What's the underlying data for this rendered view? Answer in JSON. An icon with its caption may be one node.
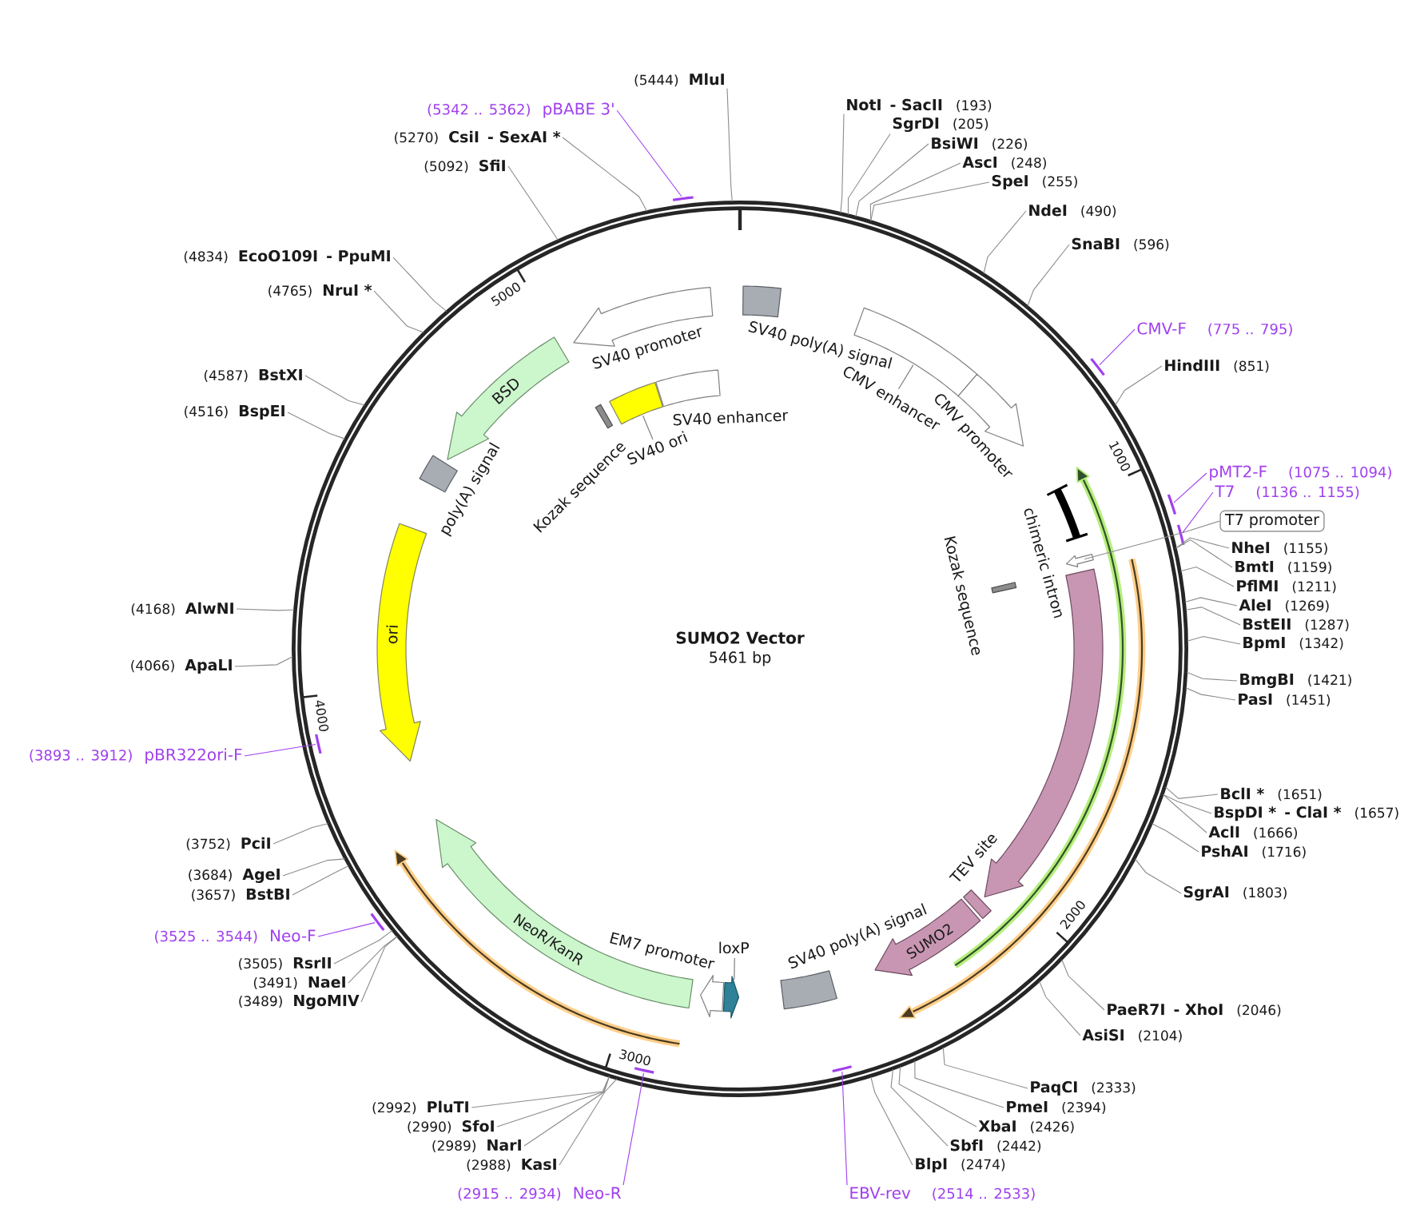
{
  "diagram": {
    "nodes": [
      {
        "text": [
          "SUMO2 Vector",
          "5461 bp"
        ]
      },
      {
        "text": [
          "SV40 poly(A) signal"
        ],
        "in": 0
      },
      {
        "text": [
          "CMV enhancer"
        ],
        "in": 0
      },
      {
        "text": [
          "CMV promoter"
        ],
        "in": 0
      },
      {
        "text": [
          "chimeric intron"
        ],
        "in": 0
      },
      {
        "text": [
          "Kozak sequence"
        ],
        "in": 0
      },
      {
        "text": [],
        "shape": "arrow",
        "in": 0
      },
      {
        "text": [],
        "shape": "arrow",
        "in": 0
      },
      {
        "text": [
          "TEV site"
        ],
        "in": 0
      },
      {
        "text": [
          "SUMO2"
        ],
        "in": 0
      },
      {
        "text": [
          "SV40 poly(A) signal"
        ],
        "in": 0
      },
      {
        "text": [
          "loxP"
        ],
        "in": 0
      },
      {
        "text": [
          "EM7 promoter"
        ],
        "in": 0
      },
      {
        "text": [
          "NeoR/KanR"
        ],
        "in": 0
      },
      {
        "text": [
          "ori"
        ],
        "in": 0
      },
      {
        "text": [
          "poly(A) signal"
        ],
        "in": 0
      },
      {
        "text": [
          "BSD"
        ],
        "in": 0
      },
      {
        "text": [
          "SV40 promoter"
        ],
        "in": 0
      },
      {
        "text": [
          "Kozak sequence"
        ],
        "in": 0
      },
      {
        "text": [
          "SV40 ori"
        ],
        "in": 0
      },
      {
        "text": [
          "SV40 enhancer"
        ],
        "in": 0
      },
      {
        "text": [
          "T7 promoter"
        ]
      },
      {
        "text": [
          "NotI",
          "- SacII",
          "(193)"
        ]
      },
      {
        "text": [
          "SgrDI",
          "(205)"
        ]
      },
      {
        "text": [
          "BsiWI",
          "(226)"
        ]
      },
      {
        "text": [
          "AscI",
          "(248)"
        ]
      },
      {
        "text": [
          "SpeI",
          "(255)"
        ]
      },
      {
        "text": [
          "NdeI",
          "(490)"
        ]
      },
      {
        "text": [
          "SnaBI",
          "(596)"
        ]
      },
      {
        "text": [
          "HindIII",
          "(851)"
        ]
      },
      {
        "text": [
          "NheI",
          "(1155)"
        ]
      },
      {
        "text": [
          "BmtI",
          "(1159)"
        ]
      },
      {
        "text": [
          "PflMI",
          "(1211)"
        ]
      },
      {
        "text": [
          "AleI",
          "(1269)"
        ]
      },
      {
        "text": [
          "BstEII",
          "(1287)"
        ]
      },
      {
        "text": [
          "BpmI",
          "(1342)"
        ]
      },
      {
        "text": [
          "BmgBI",
          "(1421)"
        ]
      },
      {
        "text": [
          "PasI",
          "(1451)"
        ]
      },
      {
        "text": [
          "BclI *",
          "(1651)"
        ]
      },
      {
        "text": [
          "BspDI *",
          "- ClaI *",
          "(1657)"
        ]
      },
      {
        "text": [
          "AclI",
          "(1666)"
        ]
      },
      {
        "text": [
          "PshAI",
          "(1716)"
        ]
      },
      {
        "text": [
          "SgrAI",
          "(1803)"
        ]
      },
      {
        "text": [
          "PaeR7I",
          "- XhoI",
          "(2046)"
        ]
      },
      {
        "text": [
          "AsiSI",
          "(2104)"
        ]
      },
      {
        "text": [
          "PaqCI",
          "(2333)"
        ]
      },
      {
        "text": [
          "PmeI",
          "(2394)"
        ]
      },
      {
        "text": [
          "XbaI",
          "(2426)"
        ]
      },
      {
        "text": [
          "SbfI",
          "(2442)"
        ]
      },
      {
        "text": [
          "BlpI",
          "(2474)"
        ]
      },
      {
        "text": [
          "(2988)",
          "KasI"
        ]
      },
      {
        "text": [
          "(2989)",
          "NarI"
        ]
      },
      {
        "text": [
          "(2990)",
          "SfoI"
        ]
      },
      {
        "text": [
          "(2992)",
          "PluTI"
        ]
      },
      {
        "text": [
          "(3489)",
          "NgoMIV"
        ]
      },
      {
        "text": [
          "(3491)",
          "NaeI"
        ]
      },
      {
        "text": [
          "(3505)",
          "RsrII"
        ]
      },
      {
        "text": [
          "(3657)",
          "BstBI"
        ]
      },
      {
        "text": [
          "(3684)",
          "AgeI"
        ]
      },
      {
        "text": [
          "(3752)",
          "PciI"
        ]
      },
      {
        "text": [
          "(4066)",
          "ApaLI"
        ]
      },
      {
        "text": [
          "(4168)",
          "AlwNI"
        ]
      },
      {
        "text": [
          "(4516)",
          "BspEI"
        ]
      },
      {
        "text": [
          "(4587)",
          "BstXI"
        ]
      },
      {
        "text": [
          "(4765)",
          "NruI *"
        ]
      },
      {
        "text": [
          "(4834)",
          "EcoO109I",
          "- PpuMI"
        ]
      },
      {
        "text": [
          "(5092)",
          "SfiI"
        ]
      },
      {
        "text": [
          "(5270)",
          "CsiI",
          "- SexAI *"
        ]
      },
      {
        "text": [
          "(5444)",
          "MluI"
        ]
      },
      {
        "text": [
          "CMV-F",
          "(775 .. 795)"
        ]
      },
      {
        "text": [
          "pMT2-F",
          "(1075 .. 1094)"
        ]
      },
      {
        "text": [
          "T7",
          "(1136 .. 1155)"
        ]
      },
      {
        "text": [
          "EBV-rev",
          "(2514 .. 2533)"
        ]
      },
      {
        "text": [
          "(2915 .. 2934)",
          "Neo-R"
        ]
      },
      {
        "text": [
          "(3525 .. 3544)",
          "Neo-F"
        ]
      },
      {
        "text": [
          "(3893 .. 3912)",
          "pBR322ori-F"
        ]
      },
      {
        "text": [
          "(5342 .. 5362)",
          "pBABE 3'"
        ]
      },
      {
        "text": [],
        "shape": "bar"
      },
      {
        "text": [],
        "shape": "bar"
      },
      {
        "text": [],
        "shape": "bar"
      },
      {
        "text": [],
        "shape": "bar",
        "in": 0
      },
      {
        "text": [],
        "shape": "bar",
        "in": 0
      },
      {
        "text": [],
        "shape": "bar"
      },
      {
        "text": [],
        "shape": "bar",
        "in": 0
      },
      {
        "text": [],
        "shape": "bar"
      }
    ],
    "edges": [
      {
        "from": 21,
        "to": 6,
        "arrow": "none"
      },
      {
        "from": 22,
        "to": 0,
        "arrow": "none"
      },
      {
        "from": 23,
        "to": 0,
        "arrow": "none"
      },
      {
        "from": 24,
        "to": 0,
        "arrow": "none"
      },
      {
        "from": 25,
        "to": 0,
        "arrow": "none"
      },
      {
        "from": 26,
        "to": 0,
        "arrow": "none"
      },
      {
        "from": 27,
        "to": 0,
        "arrow": "none"
      },
      {
        "from": 28,
        "to": 0,
        "arrow": "none"
      },
      {
        "from": 29,
        "to": 0,
        "arrow": "none"
      },
      {
        "from": 30,
        "to": 0,
        "arrow": "none"
      },
      {
        "from": 31,
        "to": 0,
        "arrow": "none"
      },
      {
        "from": 32,
        "to": 0,
        "arrow": "none"
      },
      {
        "from": 33,
        "to": 0,
        "arrow": "none"
      },
      {
        "from": 34,
        "to": 0,
        "arrow": "none"
      },
      {
        "from": 35,
        "to": 0,
        "arrow": "none"
      },
      {
        "from": 36,
        "to": 0,
        "arrow": "none"
      },
      {
        "from": 37,
        "to": 0,
        "arrow": "none"
      },
      {
        "from": 38,
        "to": 0,
        "arrow": "none"
      },
      {
        "from": 39,
        "to": 0,
        "arrow": "none"
      },
      {
        "from": 40,
        "to": 0,
        "arrow": "none"
      },
      {
        "from": 41,
        "to": 0,
        "arrow": "none"
      },
      {
        "from": 42,
        "to": 0,
        "arrow": "none"
      },
      {
        "from": 43,
        "to": 0,
        "arrow": "none"
      },
      {
        "from": 44,
        "to": 0,
        "arrow": "none"
      },
      {
        "from": 45,
        "to": 0,
        "arrow": "none"
      },
      {
        "from": 46,
        "to": 0,
        "arrow": "none"
      },
      {
        "from": 47,
        "to": 0,
        "arrow": "none"
      },
      {
        "from": 48,
        "to": 0,
        "arrow": "none"
      },
      {
        "from": 49,
        "to": 0,
        "arrow": "none"
      },
      {
        "from": 50,
        "to": 0,
        "arrow": "none"
      },
      {
        "from": 51,
        "to": 0,
        "arrow": "none"
      },
      {
        "from": 52,
        "to": 0,
        "arrow": "none"
      },
      {
        "from": 53,
        "to": 0,
        "arrow": "none"
      },
      {
        "from": 54,
        "to": 0,
        "arrow": "none"
      },
      {
        "from": 55,
        "to": 0,
        "arrow": "none"
      },
      {
        "from": 56,
        "to": 0,
        "arrow": "none"
      },
      {
        "from": 57,
        "to": 0,
        "arrow": "none"
      },
      {
        "from": 58,
        "to": 0,
        "arrow": "none"
      },
      {
        "from": 59,
        "to": 0,
        "arrow": "none"
      },
      {
        "from": 60,
        "to": 0,
        "arrow": "none"
      },
      {
        "from": 61,
        "to": 0,
        "arrow": "none"
      },
      {
        "from": 62,
        "to": 0,
        "arrow": "none"
      },
      {
        "from": 63,
        "to": 0,
        "arrow": "none"
      },
      {
        "from": 64,
        "to": 0,
        "arrow": "none"
      },
      {
        "from": 65,
        "to": 0,
        "arrow": "none"
      },
      {
        "from": 66,
        "to": 0,
        "arrow": "none"
      },
      {
        "from": 67,
        "to": 0,
        "arrow": "none"
      },
      {
        "from": 68,
        "to": 0,
        "arrow": "none"
      },
      {
        "from": 69,
        "to": 77,
        "arrow": "none",
        "color": "#a040ee"
      },
      {
        "from": 70,
        "to": 78,
        "arrow": "none",
        "color": "#a040ee"
      },
      {
        "from": 71,
        "to": 79,
        "arrow": "none",
        "color": "#a040ee"
      },
      {
        "from": 72,
        "to": 80,
        "arrow": "none",
        "color": "#a040ee"
      },
      {
        "from": 73,
        "to": 81,
        "arrow": "none",
        "color": "#a040ee"
      },
      {
        "from": 74,
        "to": 82,
        "arrow": "none",
        "color": "#a040ee"
      },
      {
        "from": 75,
        "to": 83,
        "arrow": "none",
        "color": "#a040ee"
      },
      {
        "from": 76,
        "to": 84,
        "arrow": "none",
        "color": "#a040ee"
      }
    ],
    "labels": [
      "5000",
      "1000",
      "4000",
      "2000",
      "3000"
    ]
  }
}
